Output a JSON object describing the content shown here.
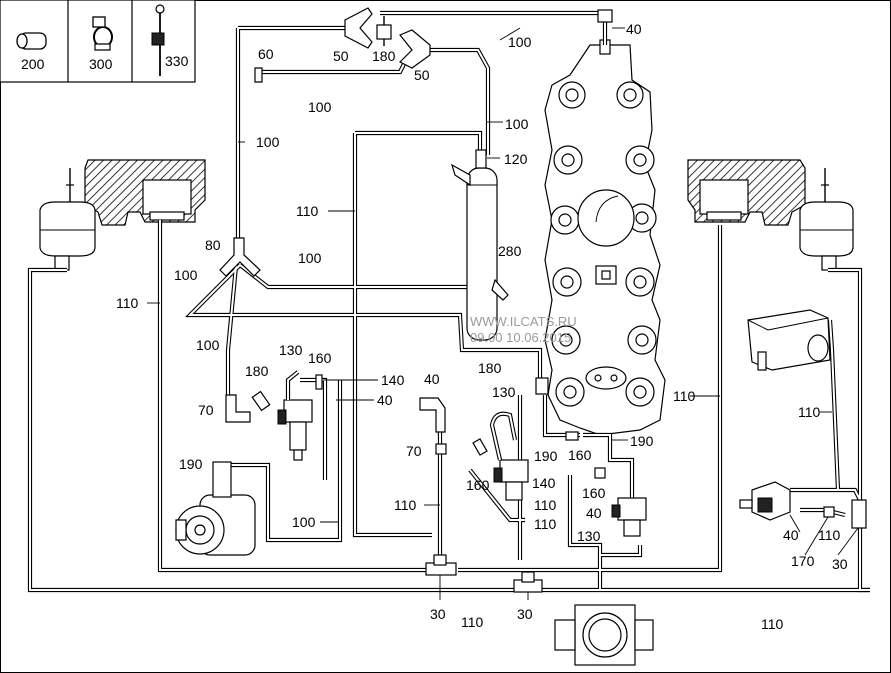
{
  "legend": [
    {
      "num": "200",
      "icon": "hose-sleeve-icon"
    },
    {
      "num": "300",
      "icon": "hose-clamp-icon"
    },
    {
      "num": "330",
      "icon": "cable-tie-icon"
    }
  ],
  "labels": {
    "l40_top": "40",
    "l100_top": "100",
    "l50_a": "50",
    "l180_top": "180",
    "l50_b": "50",
    "l60": "60",
    "l100_b": "100",
    "l100_c": "100",
    "l120": "120",
    "l100_left": "100",
    "l110_mid": "110",
    "l280": "280",
    "l80": "80",
    "l100_d": "100",
    "l100_e": "100",
    "l110_left": "110",
    "l100_f": "100",
    "l130_a": "130",
    "l160_a": "160",
    "l180_a": "180",
    "l140_a": "140",
    "l40_a": "40",
    "l70_a": "70",
    "l40_b": "40",
    "l180_b": "180",
    "l130_b": "130",
    "l70_b": "70",
    "l190_a": "190",
    "l100_g": "100",
    "l110_b": "110",
    "l160_b": "160",
    "l190_b": "190",
    "l160_c": "160",
    "l190_c": "190",
    "l140_b": "140",
    "l160_d": "160",
    "l40_c": "40",
    "l110_c": "110",
    "l110_d": "110",
    "l130_c": "130",
    "l110_right": "110",
    "l110_r2": "110",
    "l40_r": "40",
    "l110_r3": "110",
    "l170": "170",
    "l30_r": "30",
    "l30_a": "30",
    "l110_bot": "110",
    "l30_b": "30",
    "l110_bot2": "110"
  },
  "watermark": {
    "line1": "WWW.ILCATS.RU",
    "line2": "09.00 10.06.2015"
  }
}
